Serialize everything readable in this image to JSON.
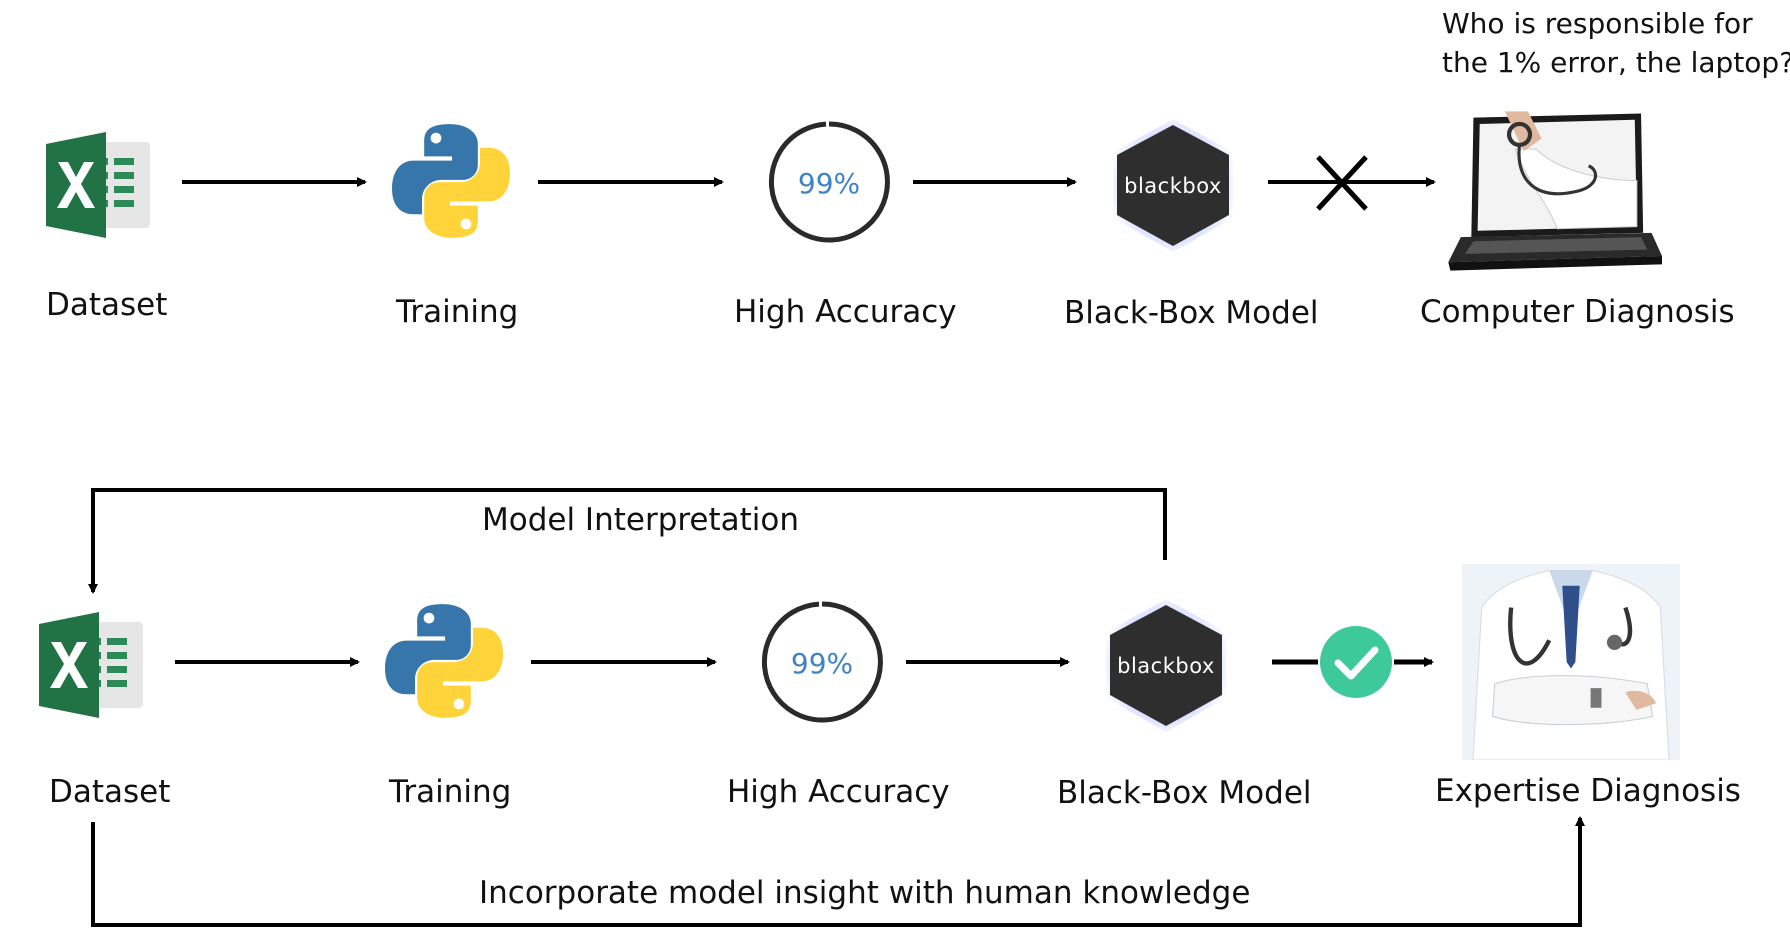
{
  "note": {
    "line1": "Who is responsible for",
    "line2": "the 1% error, the laptop?"
  },
  "row1": {
    "dataset": "Dataset",
    "training": "Training",
    "accuracy": "High Accuracy",
    "accuracy_value": "99%",
    "model": "Black-Box Model",
    "model_badge": "blackbox",
    "diagnosis": "Computer Diagnosis"
  },
  "row2": {
    "dataset": "Dataset",
    "training": "Training",
    "accuracy": "High Accuracy",
    "accuracy_value": "99%",
    "model": "Black-Box Model",
    "model_badge": "blackbox",
    "diagnosis": "Expertise Diagnosis"
  },
  "loop_top_label": "Model Interpretation",
  "loop_bottom_label": "Incorporate model insight with human knowledge",
  "colors": {
    "excel_green": "#217346",
    "python_blue": "#3776ab",
    "python_yellow": "#ffd43b",
    "accuracy_blue": "#3f83c7",
    "check_green": "#3ec99b",
    "blackbox_fill": "#2e2e2e"
  },
  "icons": [
    "excel-icon",
    "python-icon",
    "accuracy-ring-icon",
    "blackbox-hexagon-icon",
    "cross-icon",
    "laptop-doctor-image",
    "check-icon",
    "doctor-image"
  ]
}
